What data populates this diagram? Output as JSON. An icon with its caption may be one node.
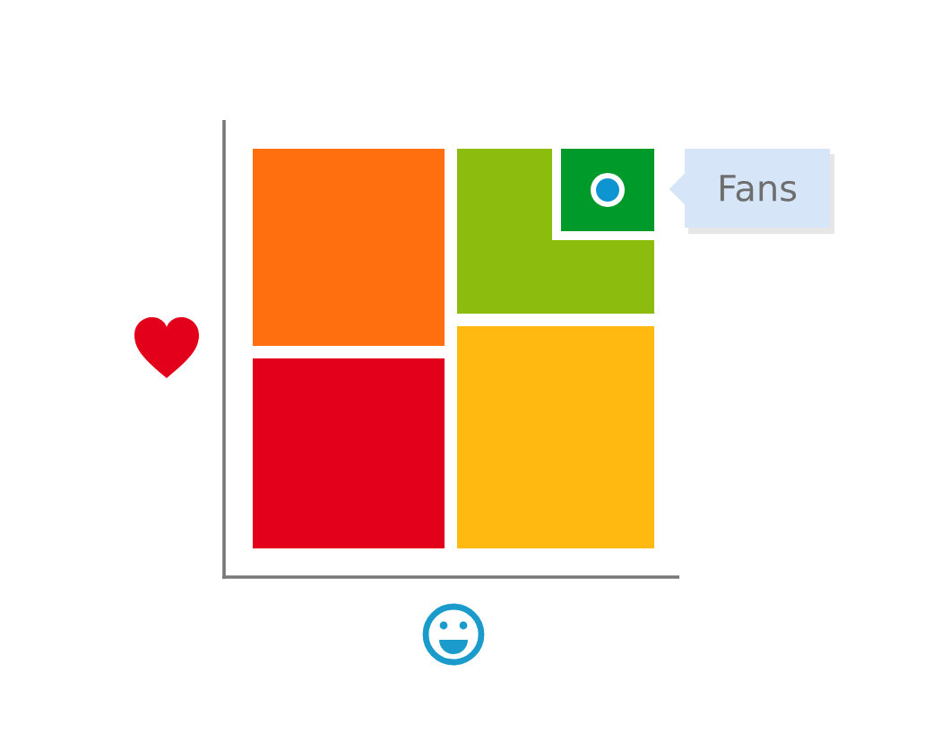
{
  "diagram": {
    "nodes": [
      {
        "text": [],
        "shape": "box"
      },
      {
        "text": [],
        "shape": "box"
      },
      {
        "text": [],
        "shape": "box",
        "in": 1
      },
      {
        "text": [
          "Fans"
        ]
      },
      {
        "text": [],
        "shape": "box"
      },
      {
        "text": [],
        "shape": "box"
      }
    ],
    "edges": [
      {
        "from": 3,
        "to": 2,
        "arrow": "to"
      }
    ]
  }
}
